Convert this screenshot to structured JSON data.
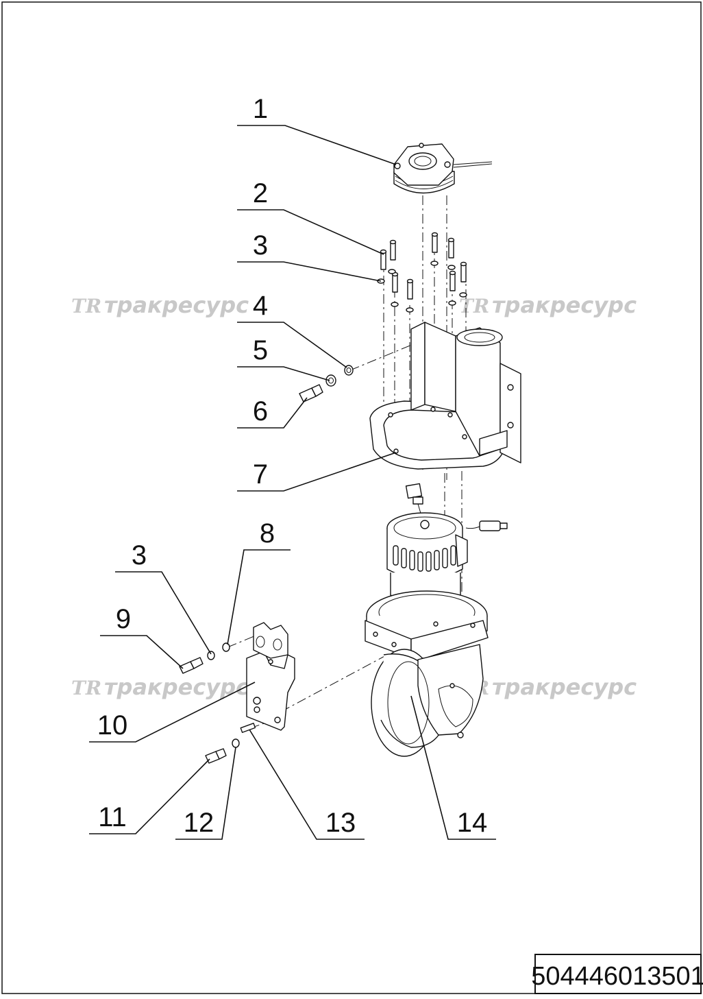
{
  "document_number": "504446013501",
  "watermark": {
    "logo": "ТR",
    "text": "тракресурс"
  },
  "callouts": [
    {
      "id": "1",
      "label": "1"
    },
    {
      "id": "2",
      "label": "2"
    },
    {
      "id": "3a",
      "label": "3"
    },
    {
      "id": "4",
      "label": "4"
    },
    {
      "id": "5",
      "label": "5"
    },
    {
      "id": "6",
      "label": "6"
    },
    {
      "id": "7",
      "label": "7"
    },
    {
      "id": "8",
      "label": "8"
    },
    {
      "id": "3b",
      "label": "3"
    },
    {
      "id": "9",
      "label": "9"
    },
    {
      "id": "10",
      "label": "10"
    },
    {
      "id": "11",
      "label": "11"
    },
    {
      "id": "12",
      "label": "12"
    },
    {
      "id": "13",
      "label": "13"
    },
    {
      "id": "14",
      "label": "14"
    }
  ]
}
